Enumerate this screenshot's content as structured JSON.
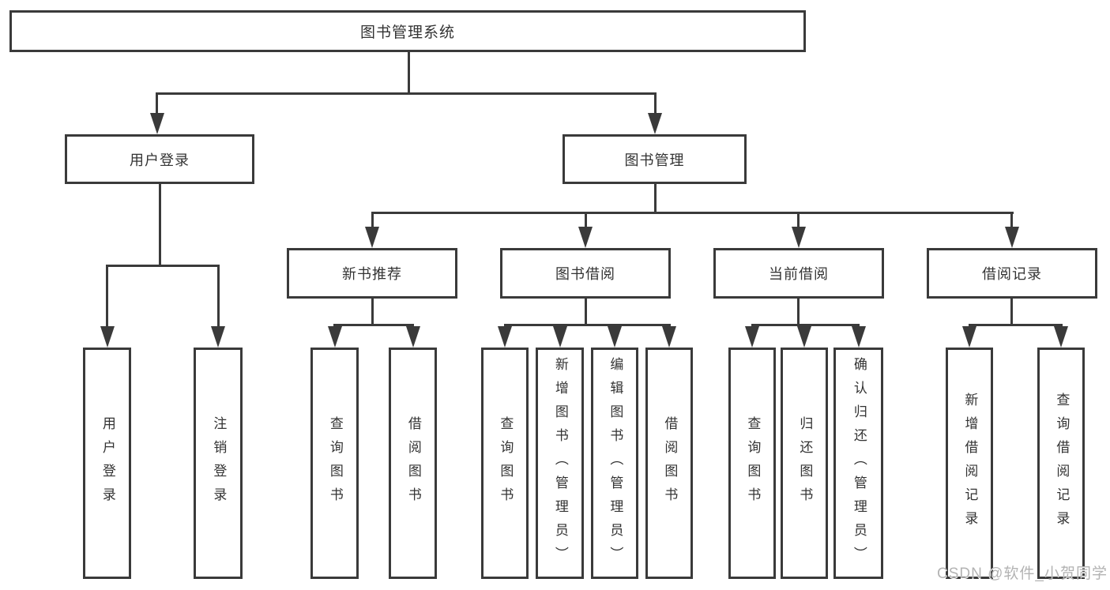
{
  "diagram": {
    "root_label": "图书管理系统",
    "branches": {
      "user": {
        "label": "用户登录",
        "children": [
          "用户登录",
          "注销登录"
        ]
      },
      "mgmt": {
        "label": "图书管理",
        "modules": [
          {
            "label": "新书推荐",
            "children": [
              "查询图书",
              "借阅图书"
            ]
          },
          {
            "label": "图书借阅",
            "children": [
              "查询图书",
              "新增图书（管理员）",
              "编辑图书（管理员）",
              "借阅图书"
            ]
          },
          {
            "label": "当前借阅",
            "children": [
              "查询图书",
              "归还图书",
              "确认归还（管理员）"
            ]
          },
          {
            "label": "借阅记录",
            "children": [
              "新增借阅记录",
              "查询借阅记录"
            ]
          }
        ]
      }
    }
  },
  "watermark": "CSDN @软件_小贺同学",
  "colors": {
    "line": "#3a3a3a",
    "text": "#333333",
    "watermark": "#b3b3b3",
    "background": "#ffffff"
  }
}
